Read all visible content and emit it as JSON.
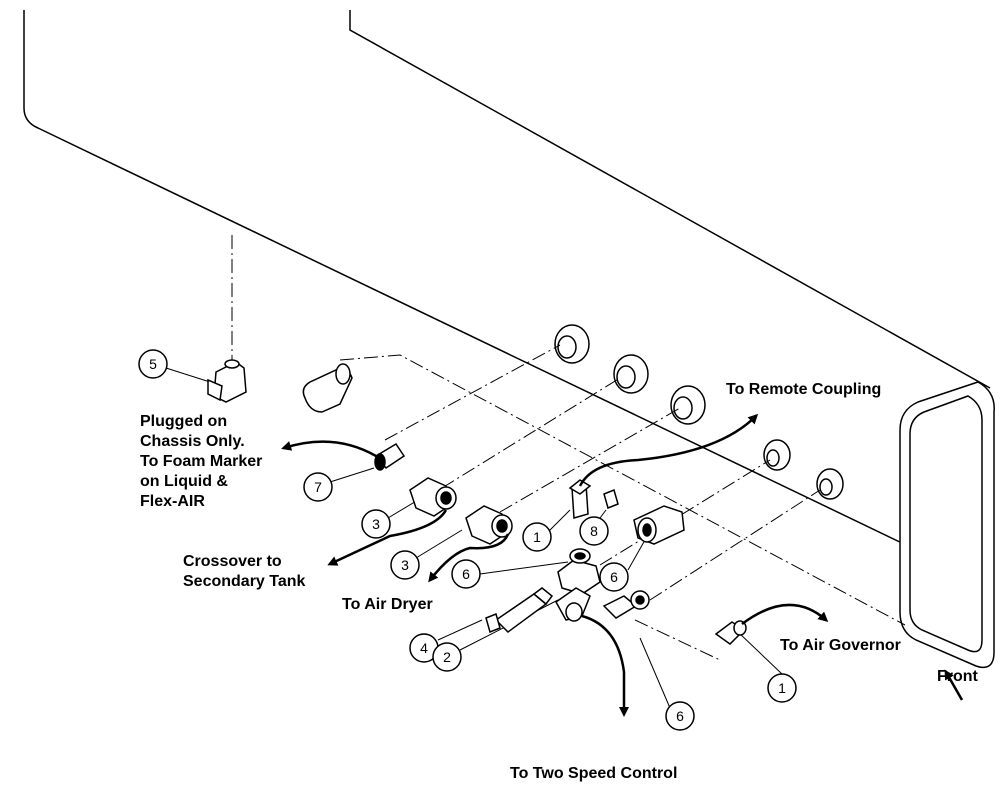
{
  "diagram": {
    "colors": {
      "ink": "#000000",
      "paper": "#ffffff",
      "part_fill": "#ffffff",
      "shade": "#d9d9d9"
    },
    "labels": {
      "plugged_1": "Plugged on",
      "plugged_2": "Chassis Only.",
      "plugged_3": "To Foam Marker",
      "plugged_4": "on Liquid &",
      "plugged_5": "Flex-AIR",
      "remote_coupling": "To Remote Coupling",
      "crossover_1": "Crossover to",
      "crossover_2": "Secondary Tank",
      "air_dryer": "To Air Dryer",
      "air_governor": "To Air Governor",
      "front": "Front",
      "two_speed": "To Two Speed Control"
    },
    "callouts": {
      "c5": "5",
      "c7": "7",
      "c3a": "3",
      "c3b": "3",
      "c1a": "1",
      "c8": "8",
      "c6a": "6",
      "c6b": "6",
      "c4": "4",
      "c2": "2",
      "c6c": "6",
      "c1b": "1"
    }
  }
}
